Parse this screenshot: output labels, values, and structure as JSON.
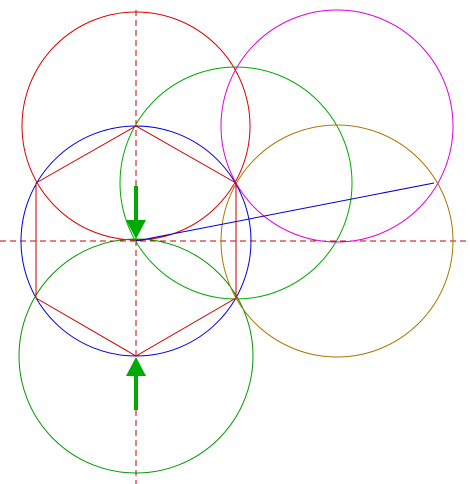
{
  "diagram": {
    "description_colors": {
      "background": "#ffffff",
      "axis": "#cc0000",
      "top_circle": "#dd0000",
      "center_circle": "#0000dd",
      "bottom_circle": "#009900",
      "upper_right_green_circle": "#00aa00",
      "magenta_circle": "#dd00dd",
      "brown_circle": "#aa7700",
      "hexagon": "#cc0000",
      "long_line": "#0000cc",
      "arrows": "#00aa00"
    },
    "elements": [
      "horizontal-axis",
      "vertical-axis",
      "top-red-circle",
      "center-blue-circle",
      "bottom-green-circle",
      "upper-right-green-circle",
      "magenta-circle",
      "brown-circle",
      "hexagon",
      "connector-line",
      "down-arrow",
      "up-arrow"
    ]
  }
}
